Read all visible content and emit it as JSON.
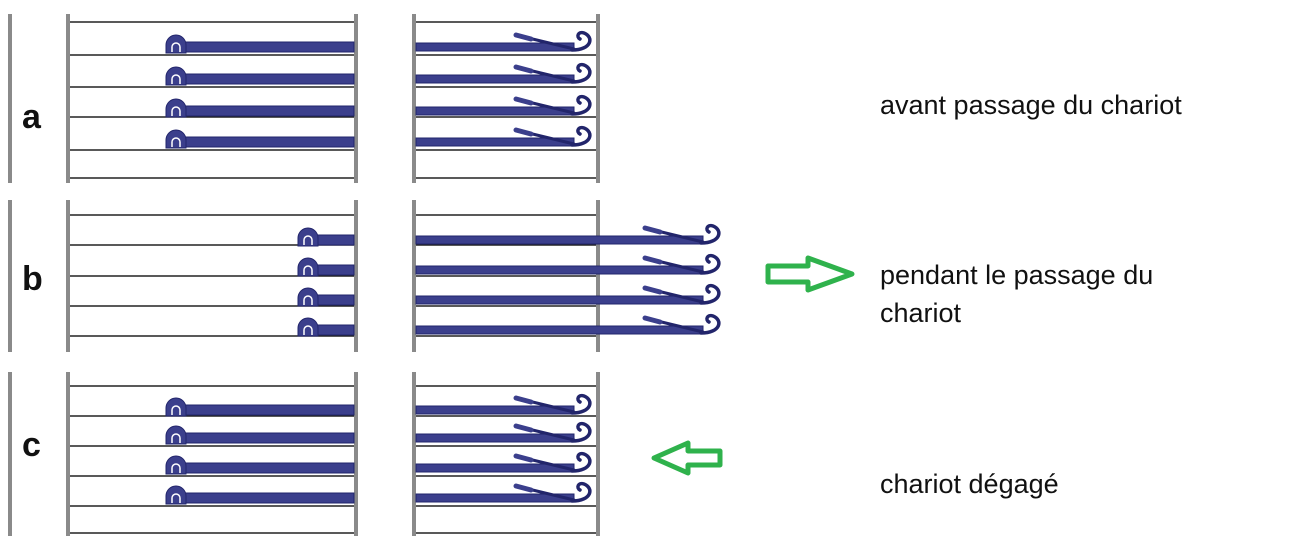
{
  "rows": [
    {
      "key": "a",
      "label": "a",
      "caption": [
        "avant passage du chariot"
      ],
      "needle_state": "retracted",
      "carriage_arrow": "none"
    },
    {
      "key": "b",
      "label": "b",
      "caption": [
        "pendant le passage du",
        "chariot"
      ],
      "needle_state": "extended",
      "carriage_arrow": "right"
    },
    {
      "key": "c",
      "label": "c",
      "caption": [
        "chariot dégagé"
      ],
      "needle_state": "retracted",
      "carriage_arrow": "left"
    }
  ],
  "needles_per_row": 4,
  "colors": {
    "needle": "#3b3f8c",
    "needle_outline": "#22256b",
    "arrow": "#2fb24c",
    "frame": "#8a8a8a",
    "line": "#222222",
    "text": "#111111"
  },
  "icons": {
    "arrow_right": "arrow-right-icon",
    "arrow_left": "arrow-left-icon"
  }
}
